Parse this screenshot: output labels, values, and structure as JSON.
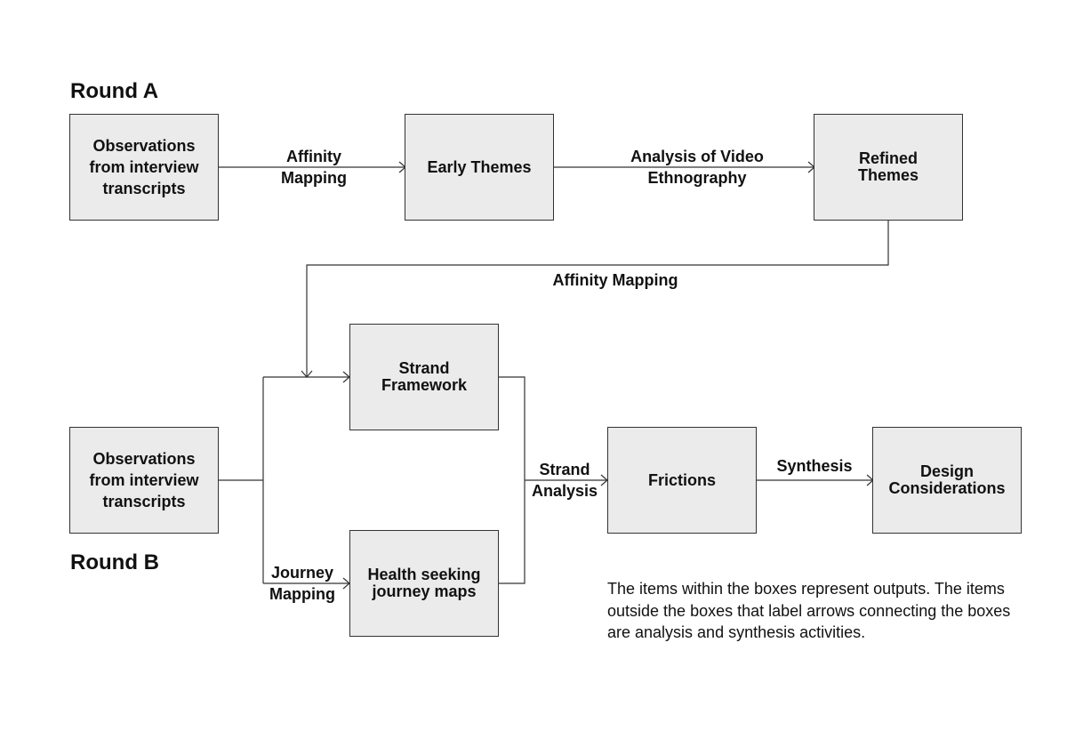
{
  "rounds": {
    "a_title": "Round A",
    "b_title": "Round B"
  },
  "boxes": {
    "a_observations": "Observations\nfrom interview\ntranscripts",
    "a_early_themes": "Early Themes",
    "a_refined_themes": "Refined\nThemes",
    "b_strand_framework": "Strand\nFramework",
    "b_observations": "Observations\nfrom interview\ntranscripts",
    "b_journey_maps": "Health seeking\njourney maps",
    "b_frictions": "Frictions",
    "b_design_considerations": "Design\nConsiderations"
  },
  "arrows": {
    "affinity_mapping_1": "Affinity\nMapping",
    "video_ethnography": "Analysis of Video\nEthnography",
    "affinity_mapping_2": "Affinity Mapping",
    "journey_mapping": "Journey\nMapping",
    "strand_analysis": "Strand\nAnalysis",
    "synthesis": "Synthesis"
  },
  "note": "The items within the boxes represent outputs. The items outside the boxes that label arrows connecting the boxes are analysis and synthesis activities.",
  "colors": {
    "box_fill": "#ebebeb",
    "stroke": "#333333",
    "text": "#111111"
  }
}
